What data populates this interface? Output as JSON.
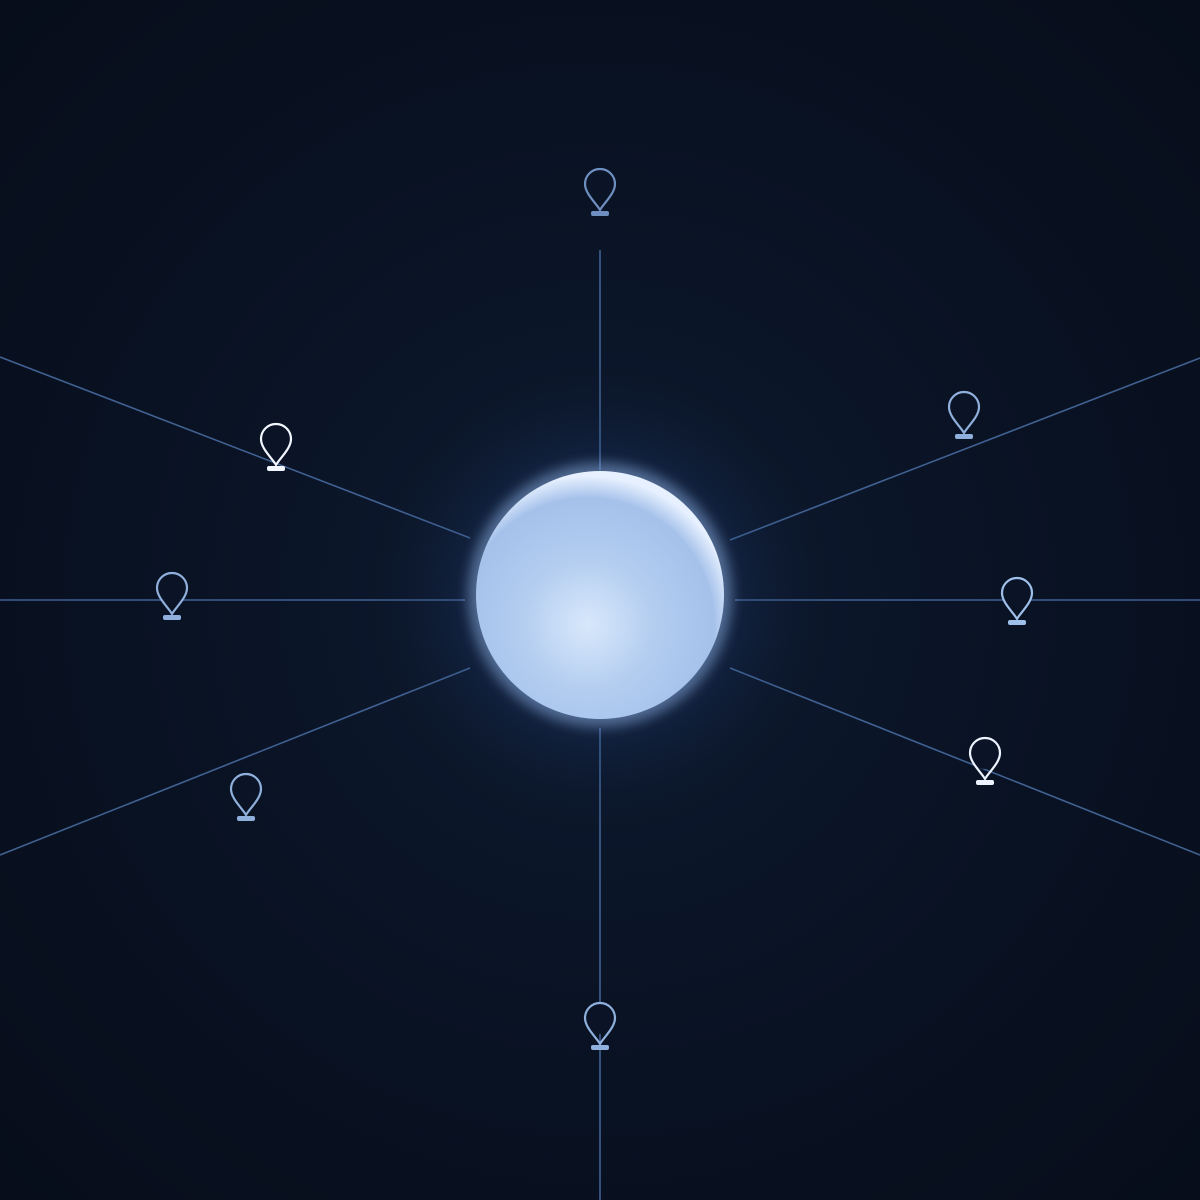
{
  "diagram": {
    "type": "radial-hub",
    "hub": {
      "shape": "glowing-sphere",
      "color": "#c9dcf7"
    },
    "spoke_color": "#4a6fa5",
    "background_color": "#081020",
    "nodes": [
      {
        "id": "top",
        "icon": "location-pin-icon",
        "color": "#6f8fc0"
      },
      {
        "id": "upper-right",
        "icon": "location-pin-icon",
        "color": "#8fb0dc"
      },
      {
        "id": "right",
        "icon": "location-pin-icon",
        "color": "#9ec0ea"
      },
      {
        "id": "lower-right",
        "icon": "location-pin-icon",
        "color": "#eef4ff"
      },
      {
        "id": "bottom",
        "icon": "location-pin-icon",
        "color": "#8fb0dc"
      },
      {
        "id": "lower-left",
        "icon": "location-pin-icon",
        "color": "#8fb0dc"
      },
      {
        "id": "left",
        "icon": "location-pin-icon",
        "color": "#8fb0dc"
      },
      {
        "id": "upper-left",
        "icon": "location-pin-icon",
        "color": "#f2f6ff"
      }
    ]
  }
}
